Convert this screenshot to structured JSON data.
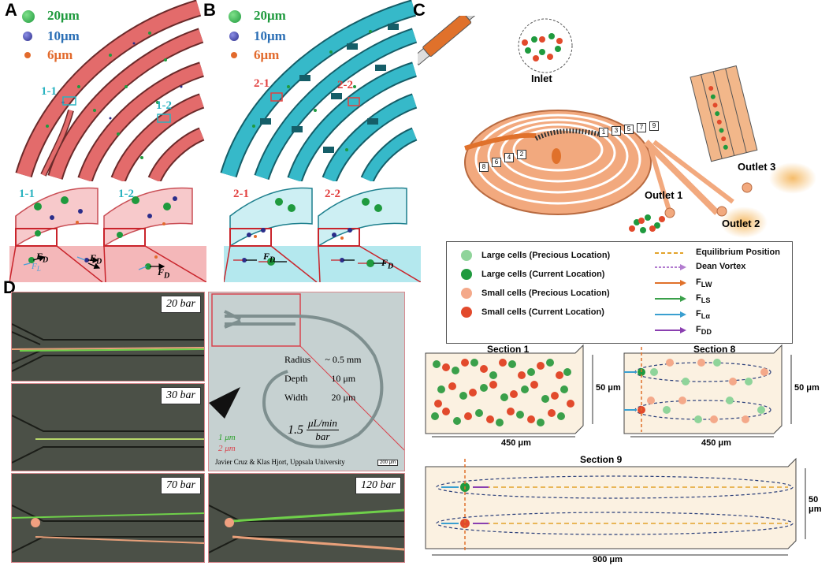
{
  "panels": {
    "a": "A",
    "b": "B",
    "c": "C",
    "d": "D"
  },
  "legend_ab": [
    {
      "size": "20μm",
      "color": "#1f9a3e"
    },
    {
      "size": "10μm",
      "color": "#2b2d8a"
    },
    {
      "size": "6μm",
      "color": "#e26a2c"
    }
  ],
  "panel_a": {
    "callouts": [
      "1-1",
      "1-2"
    ],
    "insets": [
      "1-1",
      "1-2"
    ],
    "channel_color": "#e36b6b",
    "callout_color": "#2ab3c0"
  },
  "panel_b": {
    "callouts": [
      "2-1",
      "2-2"
    ],
    "insets": [
      "2-1",
      "2-2"
    ],
    "channel_color": "#36b9c9",
    "callout_color": "#e2403f"
  },
  "forces": {
    "fd": "F",
    "fd_sub": "D",
    "fl": "F",
    "fl_sub": "L"
  },
  "panel_c": {
    "inlet": "Inlet",
    "outlet1": "Outlet 1",
    "outlet2": "Outlet 2",
    "outlet3": "Outlet 3",
    "section_numbers": [
      "1",
      "2",
      "3",
      "4",
      "5",
      "6",
      "7",
      "8",
      "9"
    ],
    "legend_left": [
      "Large cells (Precious Location)",
      "Large cells (Current Location)",
      "Small cells (Precious Location)",
      "Small cells (Current Location)"
    ],
    "legend_right": [
      "Equilibrium Position",
      "Dean Vortex",
      "F",
      "F",
      "F",
      "F"
    ],
    "legend_right_subs": [
      "",
      "",
      "LW",
      "LS",
      "Lα",
      "DD"
    ],
    "sections": [
      {
        "title": "Section 1",
        "width": "450 μm",
        "height": "50 μm"
      },
      {
        "title": "Section 8",
        "width": "450 μm",
        "height": "50 μm"
      },
      {
        "title": "Section 9",
        "width": "900 μm",
        "height": "50 μm"
      }
    ]
  },
  "panel_d": {
    "pressures": [
      "20 bar",
      "30 bar",
      "70 bar",
      "120 bar"
    ],
    "radius_label": "Radius",
    "radius_value": "~ 0.5 mm",
    "depth_label": "Depth",
    "depth_value": "10 μm",
    "width_label": "Width",
    "width_value": "20 μm",
    "formula_prefix": "1.5",
    "formula_num": "μL",
    "formula_num_den": "min",
    "formula_den": "bar",
    "particle_1": "1 μm",
    "particle_2": "2 μm",
    "credit": "Javier Cruz & Klas Hjort, Uppsala University",
    "scale": "200 μm"
  }
}
